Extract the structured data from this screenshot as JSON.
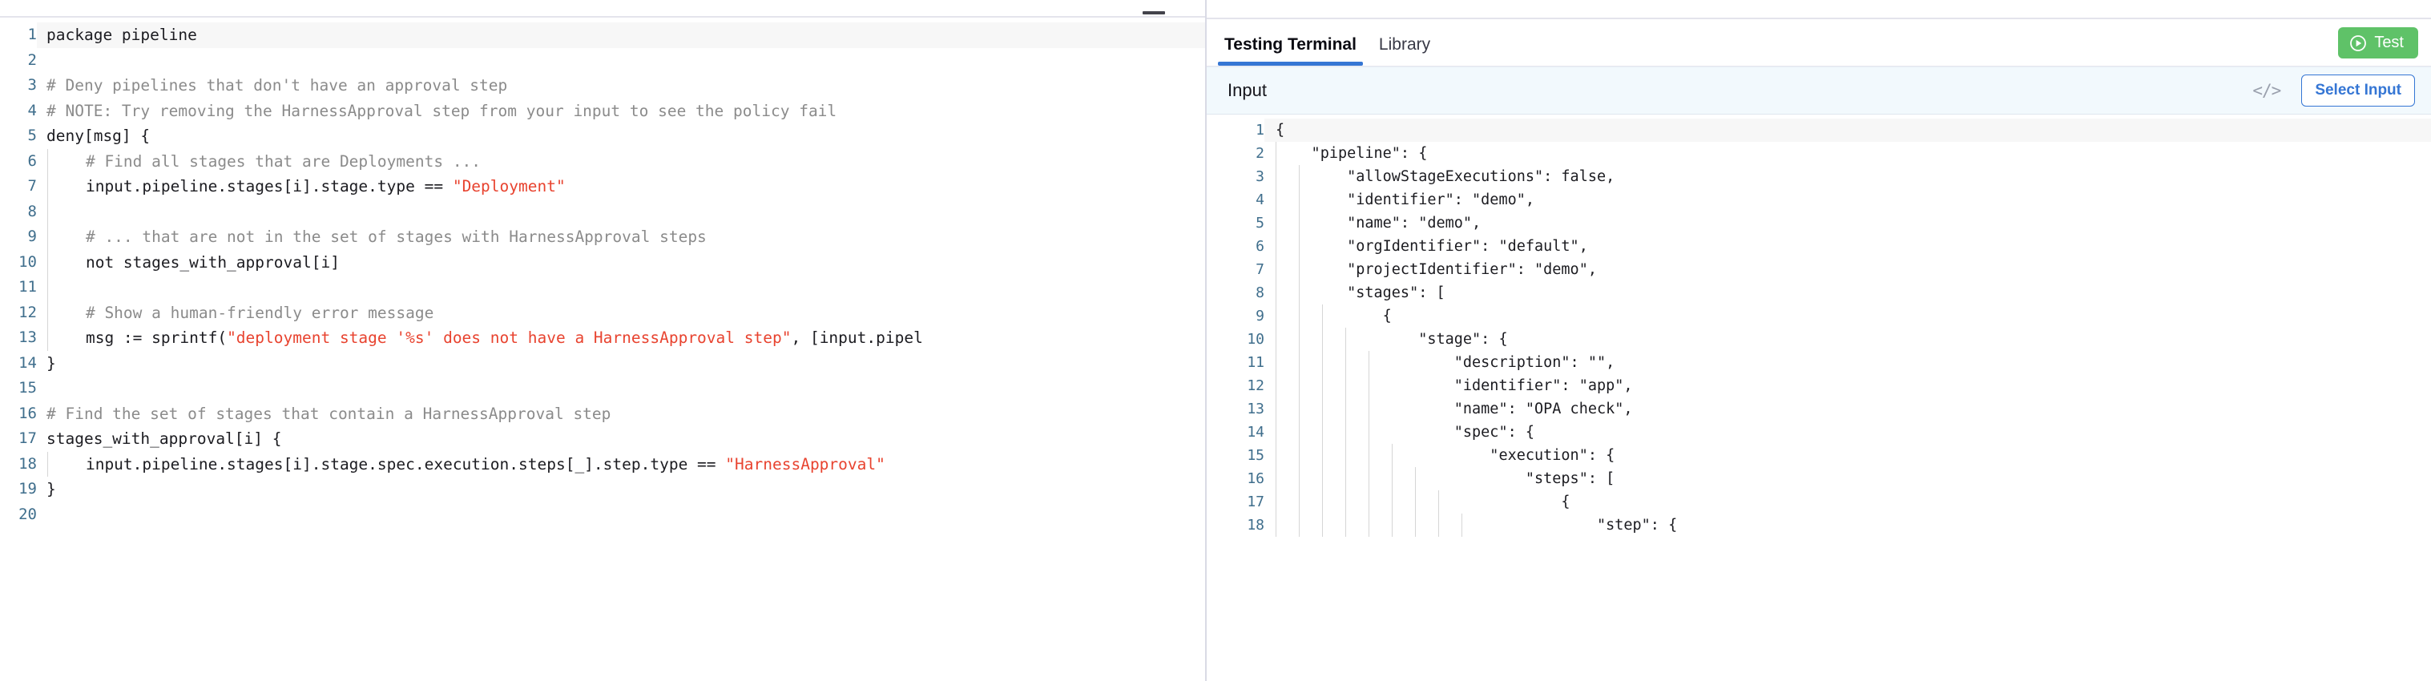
{
  "editor": {
    "minimize_icon": "minimize-icon",
    "active_line": 1,
    "lines": [
      {
        "n": "1",
        "indent": 0,
        "tokens": [
          {
            "t": "plain",
            "s": "package pipeline"
          }
        ]
      },
      {
        "n": "2",
        "indent": 0,
        "tokens": [
          {
            "t": "plain",
            "s": ""
          }
        ]
      },
      {
        "n": "3",
        "indent": 0,
        "tokens": [
          {
            "t": "comment",
            "s": "# Deny pipelines that don't have an approval step"
          }
        ]
      },
      {
        "n": "4",
        "indent": 0,
        "tokens": [
          {
            "t": "comment",
            "s": "# NOTE: Try removing the HarnessApproval step from your input to see the policy fail"
          }
        ]
      },
      {
        "n": "5",
        "indent": 0,
        "tokens": [
          {
            "t": "plain",
            "s": "deny[msg] {"
          }
        ]
      },
      {
        "n": "6",
        "indent": 1,
        "tokens": [
          {
            "t": "comment",
            "s": "    # Find all stages that are Deployments ..."
          }
        ]
      },
      {
        "n": "7",
        "indent": 1,
        "tokens": [
          {
            "t": "plain",
            "s": "    input.pipeline.stages[i].stage.type == "
          },
          {
            "t": "string",
            "s": "\"Deployment\""
          }
        ]
      },
      {
        "n": "8",
        "indent": 1,
        "tokens": [
          {
            "t": "plain",
            "s": ""
          }
        ]
      },
      {
        "n": "9",
        "indent": 1,
        "tokens": [
          {
            "t": "comment",
            "s": "    # ... that are not in the set of stages with HarnessApproval steps"
          }
        ]
      },
      {
        "n": "10",
        "indent": 1,
        "tokens": [
          {
            "t": "plain",
            "s": "    not stages_with_approval[i]"
          }
        ]
      },
      {
        "n": "11",
        "indent": 1,
        "tokens": [
          {
            "t": "plain",
            "s": ""
          }
        ]
      },
      {
        "n": "12",
        "indent": 1,
        "tokens": [
          {
            "t": "comment",
            "s": "    # Show a human-friendly error message"
          }
        ]
      },
      {
        "n": "13",
        "indent": 1,
        "tokens": [
          {
            "t": "plain",
            "s": "    msg := sprintf("
          },
          {
            "t": "string",
            "s": "\"deployment stage '%s' does not have a HarnessApproval step\""
          },
          {
            "t": "plain",
            "s": ", [input.pipel"
          }
        ]
      },
      {
        "n": "14",
        "indent": 0,
        "tokens": [
          {
            "t": "plain",
            "s": "}"
          }
        ]
      },
      {
        "n": "15",
        "indent": 0,
        "tokens": [
          {
            "t": "plain",
            "s": ""
          }
        ]
      },
      {
        "n": "16",
        "indent": 0,
        "tokens": [
          {
            "t": "comment",
            "s": "# Find the set of stages that contain a HarnessApproval step"
          }
        ]
      },
      {
        "n": "17",
        "indent": 0,
        "tokens": [
          {
            "t": "plain",
            "s": "stages_with_approval[i] {"
          }
        ]
      },
      {
        "n": "18",
        "indent": 1,
        "tokens": [
          {
            "t": "plain",
            "s": "    input.pipeline.stages[i].stage.spec.execution.steps[_].step.type == "
          },
          {
            "t": "string",
            "s": "\"HarnessApproval\""
          }
        ]
      },
      {
        "n": "19",
        "indent": 0,
        "tokens": [
          {
            "t": "plain",
            "s": "}"
          }
        ]
      },
      {
        "n": "20",
        "indent": 0,
        "tokens": [
          {
            "t": "plain",
            "s": ""
          }
        ]
      }
    ]
  },
  "terminal": {
    "tabs": [
      {
        "label": "Testing Terminal",
        "active": true
      },
      {
        "label": "Library",
        "active": false
      }
    ],
    "test_button": {
      "label": "Test",
      "icon": "play-circle-icon",
      "color": "#5fc268"
    },
    "input_bar": {
      "title": "Input",
      "code_toggle_icon": "</>",
      "select_input_label": "Select Input",
      "accent_color": "#3576d4",
      "background": "#f2f9fd"
    },
    "minimize_icon": "minimize-icon",
    "json_active_line": 1,
    "json_lines": [
      {
        "n": "1",
        "guides": 0,
        "text": "{"
      },
      {
        "n": "2",
        "guides": 1,
        "text": "    \"pipeline\": {"
      },
      {
        "n": "3",
        "guides": 2,
        "text": "        \"allowStageExecutions\": false,"
      },
      {
        "n": "4",
        "guides": 2,
        "text": "        \"identifier\": \"demo\","
      },
      {
        "n": "5",
        "guides": 2,
        "text": "        \"name\": \"demo\","
      },
      {
        "n": "6",
        "guides": 2,
        "text": "        \"orgIdentifier\": \"default\","
      },
      {
        "n": "7",
        "guides": 2,
        "text": "        \"projectIdentifier\": \"demo\","
      },
      {
        "n": "8",
        "guides": 2,
        "text": "        \"stages\": ["
      },
      {
        "n": "9",
        "guides": 3,
        "text": "            {"
      },
      {
        "n": "10",
        "guides": 4,
        "text": "                \"stage\": {"
      },
      {
        "n": "11",
        "guides": 5,
        "text": "                    \"description\": \"\","
      },
      {
        "n": "12",
        "guides": 5,
        "text": "                    \"identifier\": \"app\","
      },
      {
        "n": "13",
        "guides": 5,
        "text": "                    \"name\": \"OPA check\","
      },
      {
        "n": "14",
        "guides": 5,
        "text": "                    \"spec\": {"
      },
      {
        "n": "15",
        "guides": 6,
        "text": "                        \"execution\": {"
      },
      {
        "n": "16",
        "guides": 7,
        "text": "                            \"steps\": ["
      },
      {
        "n": "17",
        "guides": 8,
        "text": "                                {"
      },
      {
        "n": "18",
        "guides": 9,
        "text": "                                    \"step\": {"
      }
    ]
  }
}
